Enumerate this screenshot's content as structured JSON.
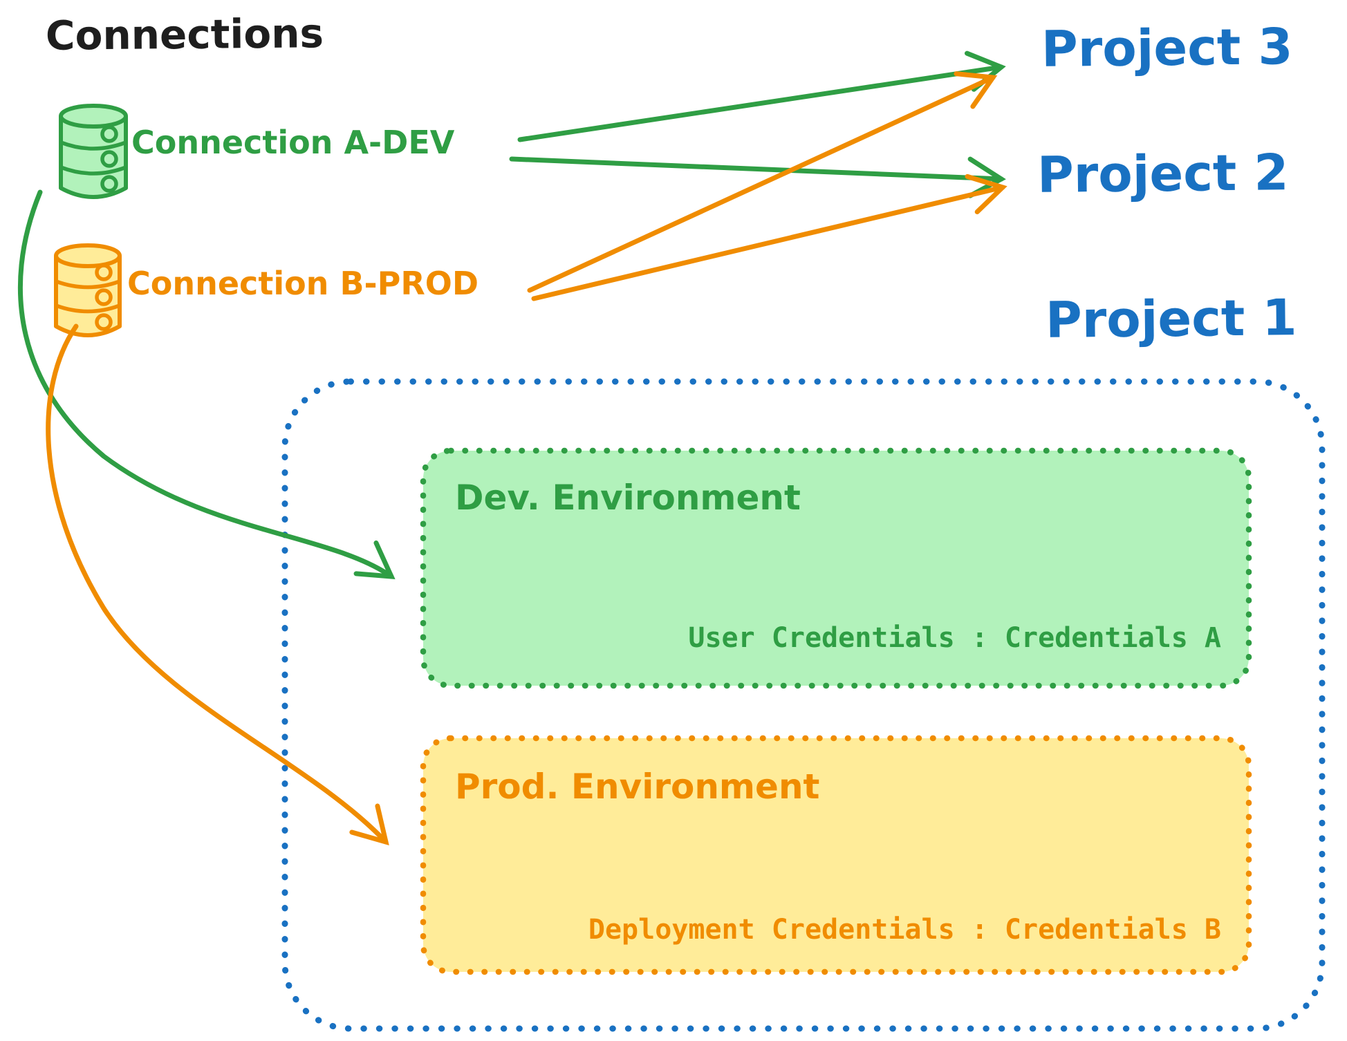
{
  "title": "Connections",
  "connections": {
    "dev": {
      "label": "Connection A-DEV",
      "icon": "database-cylinder",
      "color": "#2f9e44",
      "fill": "#b2f2bb"
    },
    "prod": {
      "label": "Connection B-PROD",
      "icon": "database-cylinder",
      "color": "#f08c00",
      "fill": "#ffec99"
    }
  },
  "projects": {
    "p3": "Project 3",
    "p2": "Project 2",
    "p1": "Project 1"
  },
  "project1_container": {
    "color": "#1971c2",
    "environments": {
      "dev": {
        "title": "Dev. Environment",
        "credentials": "User Credentials : Credentials A",
        "stroke": "#2f9e44",
        "fill": "#b2f2bb"
      },
      "prod": {
        "title": "Prod. Environment",
        "credentials": "Deployment Credentials : Credentials B",
        "stroke": "#f08c00",
        "fill": "#ffec99"
      }
    }
  },
  "colors": {
    "green": "#2f9e44",
    "green_fill": "#b2f2bb",
    "orange": "#f08c00",
    "orange_fill": "#ffec99",
    "blue": "#1971c2",
    "black": "#1e1e1e"
  }
}
